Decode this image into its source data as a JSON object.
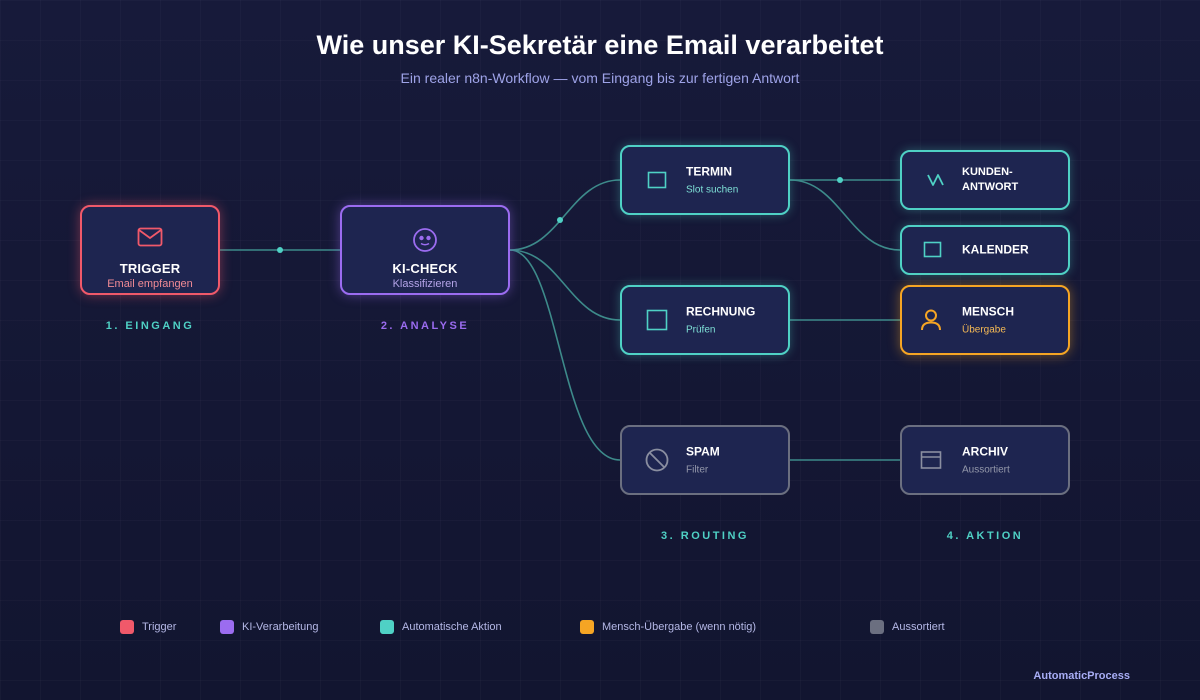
{
  "header": {
    "title": "Wie unser KI-Sekretär eine Email verarbeitet",
    "subtitle": "Ein realer n8n-Workflow — vom Eingang bis zur fertigen Antwort"
  },
  "colors": {
    "trigger": "#f0596a",
    "ai": "#9b6cf0",
    "auto": "#4fd1c5",
    "human": "#f5a524",
    "sorted": "#6b6f80",
    "link": "#3d8a8a"
  },
  "nodes": {
    "trigger": {
      "title": "TRIGGER",
      "sub": "Email empfangen",
      "icon": "envelope-icon"
    },
    "ki_check": {
      "title": "KI-CHECK",
      "sub": "Klassifizieren",
      "icon": "robot-icon"
    },
    "termin": {
      "title": "TERMIN",
      "sub": "Slot suchen",
      "icon": "square-icon"
    },
    "rechnung": {
      "title": "RECHNUNG",
      "sub": "Prüfen",
      "icon": "square-icon"
    },
    "spam": {
      "title": "SPAM",
      "sub": "Filter",
      "icon": "blocked-icon"
    },
    "kundenantwort": {
      "title_line1": "KUNDEN-",
      "title_line2": "ANTWORT",
      "icon": "zigzag-icon"
    },
    "kalender": {
      "title": "KALENDER",
      "icon": "square-icon"
    },
    "mensch": {
      "title": "MENSCH",
      "sub": "Übergabe",
      "icon": "person-icon"
    },
    "archiv": {
      "title": "ARCHIV",
      "sub": "Aussortiert",
      "icon": "archive-icon"
    }
  },
  "stages": {
    "eingang": "1. EINGANG",
    "analyse": "2. ANALYSE",
    "routing": "3. ROUTING",
    "aktion": "4. AKTION"
  },
  "legend": [
    {
      "label": "Trigger",
      "color": "#f0596a"
    },
    {
      "label": "KI-Verarbeitung",
      "color": "#9b6cf0"
    },
    {
      "label": "Automatische Aktion",
      "color": "#4fd1c5"
    },
    {
      "label": "Mensch-Übergabe (wenn nötig)",
      "color": "#f5a524"
    },
    {
      "label": "Aussortiert",
      "color": "#6b6f80"
    }
  ],
  "footer": {
    "brand": "AutomaticProcess"
  }
}
